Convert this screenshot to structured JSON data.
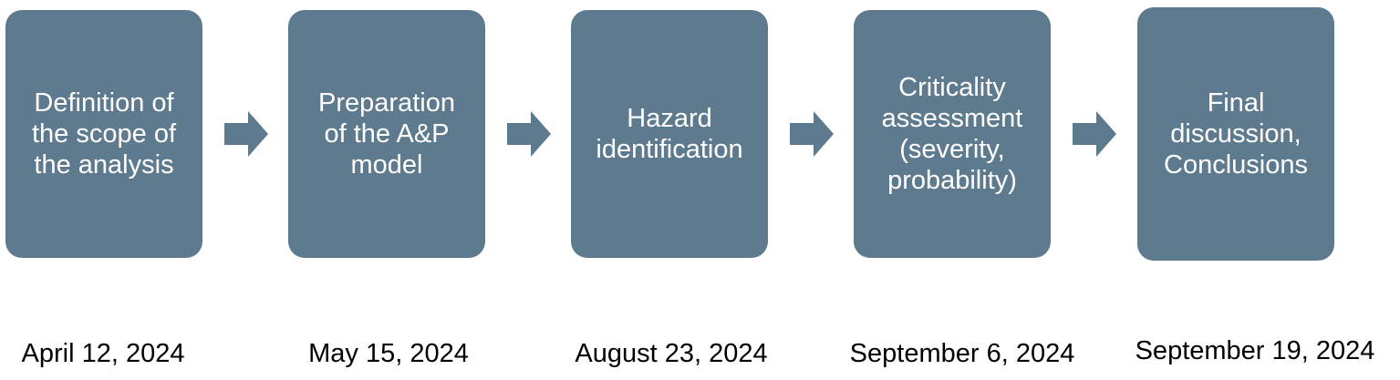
{
  "steps": [
    {
      "label": "Definition of\nthe scope of\nthe analysis",
      "date": "April 12, 2024"
    },
    {
      "label": "Preparation\nof the A&P\nmodel",
      "date": "May 15, 2024"
    },
    {
      "label": "Hazard\nidentification",
      "date": "August 23, 2024"
    },
    {
      "label": "Criticality\nassessment\n(severity,\nprobability)",
      "date": "September 6, 2024"
    },
    {
      "label": "Final\ndiscussion,\nConclusions",
      "date": "September 19, 2024"
    }
  ],
  "colors": {
    "box_fill": "#5e7a8e",
    "arrow_fill": "#5e7a8e",
    "box_text": "#ffffff",
    "date_text": "#000000"
  },
  "icons": [
    "right-arrow-icon"
  ]
}
